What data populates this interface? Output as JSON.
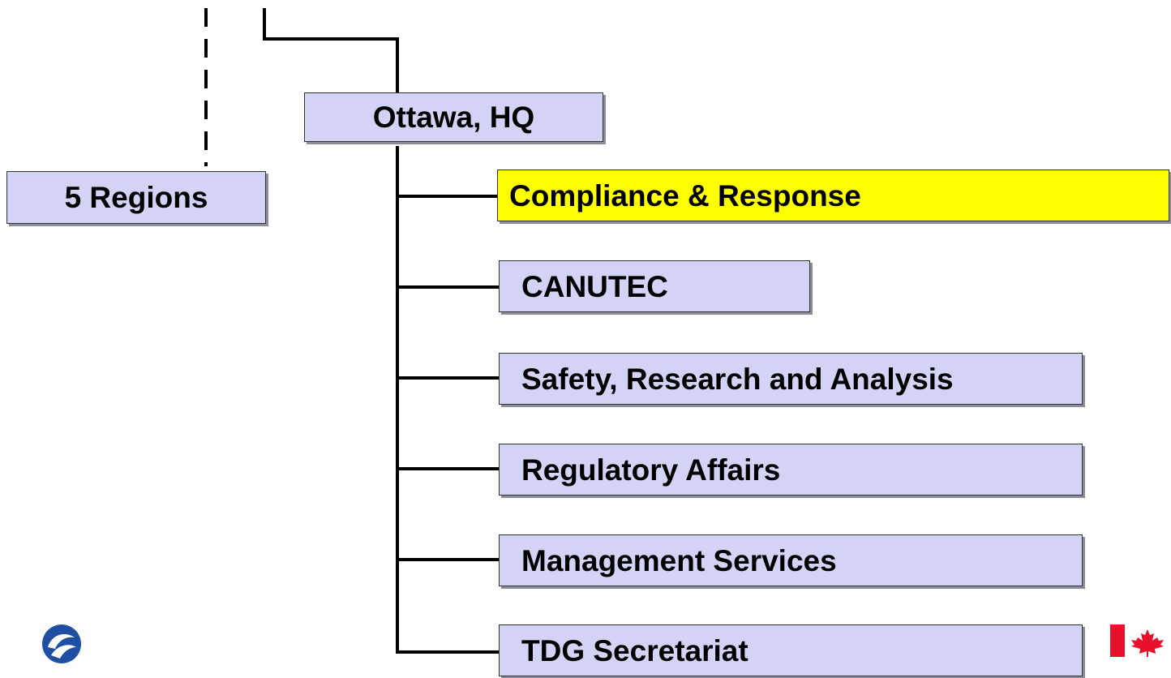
{
  "org_chart": {
    "headquarters": "Ottawa, HQ",
    "regions": "5 Regions",
    "units": [
      "Compliance & Response",
      "CANUTEC",
      "Safety, Research and Analysis",
      "Regulatory Affairs",
      "Management Services",
      "TDG Secretariat"
    ],
    "highlighted_unit": "Compliance & Response"
  },
  "colors": {
    "box_fill": "#d3d3f5",
    "highlight_fill": "#ffff00",
    "connector": "#000000",
    "dot_logo": "#1f4fa3",
    "flag_red": "#e8112d"
  },
  "logos": {
    "left": "us-dot-tri-wave-logo",
    "right": "canada-flag-logo"
  }
}
